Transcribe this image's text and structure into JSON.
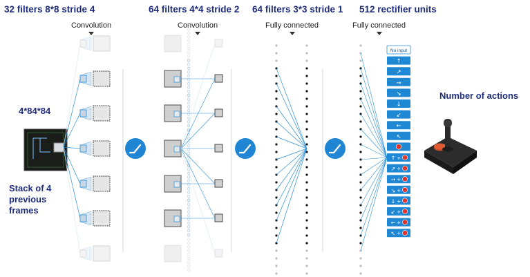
{
  "headers": {
    "conv1": "32 filters 8*8 stride 4",
    "conv2": "64 filters 4*4 stride 2",
    "fc1": "64 filters 3*3 stride 1",
    "fc2": "512 rectifier units"
  },
  "sublabels": {
    "conv1": "Convolution",
    "conv2": "Convolution",
    "fc1": "Fully connected",
    "fc2": "Fully connected"
  },
  "input": {
    "size": "4*84*84",
    "caption_lines": [
      "Stack of 4",
      "previous",
      "frames"
    ]
  },
  "output": {
    "label": "Number of actions",
    "actions": [
      {
        "label": "No input",
        "arrow": "",
        "fire": false
      },
      {
        "arrow": "↑",
        "fire": false
      },
      {
        "arrow": "↗",
        "fire": false
      },
      {
        "arrow": "→",
        "fire": false
      },
      {
        "arrow": "↘",
        "fire": false
      },
      {
        "arrow": "↓",
        "fire": false
      },
      {
        "arrow": "↙",
        "fire": false
      },
      {
        "arrow": "←",
        "fire": false
      },
      {
        "arrow": "↖",
        "fire": false
      },
      {
        "arrow": "",
        "fire": true
      },
      {
        "arrow": "↑",
        "fire": true
      },
      {
        "arrow": "↗",
        "fire": true
      },
      {
        "arrow": "→",
        "fire": true
      },
      {
        "arrow": "↘",
        "fire": true
      },
      {
        "arrow": "↓",
        "fire": true
      },
      {
        "arrow": "↙",
        "fire": true
      },
      {
        "arrow": "←",
        "fire": true
      },
      {
        "arrow": "↖",
        "fire": true
      }
    ]
  },
  "colors": {
    "title": "#1f2d7a",
    "accent": "#2a8fd6",
    "button": "#1e88d4",
    "fire": "#e0342c",
    "dot": "#111111",
    "faint": "#cccccc"
  }
}
